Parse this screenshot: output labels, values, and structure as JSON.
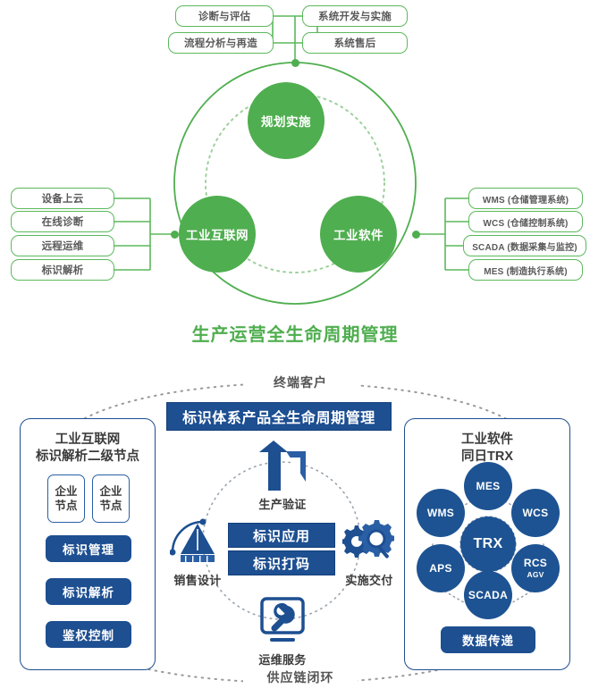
{
  "top": {
    "title": "生产运营全生命周期管理",
    "top_labels": [
      "诊断与评估",
      "系统开发与实施",
      "流程分析与再造",
      "系统售后"
    ],
    "circles": [
      "规划实施",
      "工业互联网",
      "工业软件"
    ],
    "left_labels": [
      "设备上云",
      "在线诊断",
      "远程运维",
      "标识解析"
    ],
    "right_labels": [
      "WMS (仓储管理系统)",
      "WCS (仓储控制系统)",
      "SCADA (数据采集与监控)",
      "MES (制造执行系统)"
    ],
    "accent_color": "#4fae4f"
  },
  "bottom": {
    "banner": "标识体系产品全生命周期管理",
    "top_arc_label": "终端客户",
    "bottom_arc_label": "供应链闭环",
    "accent_color": "#1d4f91",
    "left_panel": {
      "title_line1": "工业互联网",
      "title_line2": "标识解析二级节点",
      "node_boxes": [
        "企业\n节点",
        "企业\n节点"
      ],
      "node_box_line1": "企业",
      "node_box_line2": "节点",
      "buttons": [
        "标识管理",
        "标识解析",
        "鉴权控制"
      ]
    },
    "right_panel": {
      "title_line1": "工业软件",
      "title_line2": "同日TRX",
      "center_circle": "TRX",
      "ring_circles": [
        {
          "label": "MES",
          "sub": ""
        },
        {
          "label": "WCS",
          "sub": ""
        },
        {
          "label": "RCS",
          "sub": "AGV"
        },
        {
          "label": "SCADA",
          "sub": ""
        },
        {
          "label": "APS",
          "sub": ""
        },
        {
          "label": "WMS",
          "sub": ""
        }
      ],
      "button": "数据传递"
    },
    "center": {
      "stages": [
        {
          "label": "生产验证",
          "icon": "production-verification-icon"
        },
        {
          "label": "实施交付",
          "icon": "gear-magnifier-icon"
        },
        {
          "label": "运维服务",
          "icon": "monitor-wrench-icon"
        },
        {
          "label": "销售设计",
          "icon": "pen-nib-compass-icon"
        }
      ],
      "mid_boxes": [
        "标识应用",
        "标识打码"
      ]
    }
  }
}
